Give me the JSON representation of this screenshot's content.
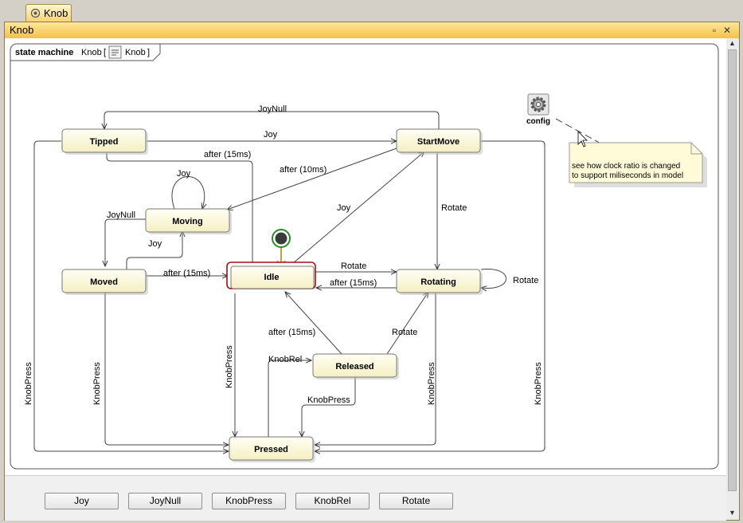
{
  "tab": {
    "label": "Knob"
  },
  "window": {
    "title": "Knob"
  },
  "frame": {
    "keyword": "state machine",
    "name": "Knob",
    "open_bracket": "[",
    "ref": "Knob",
    "close_bracket": "]"
  },
  "states": {
    "tipped": "Tipped",
    "startmove": "StartMove",
    "moving": "Moving",
    "moved": "Moved",
    "idle": "Idle",
    "rotating": "Rotating",
    "released": "Released",
    "pressed": "Pressed"
  },
  "transitions": {
    "joynull_top": "JoyNull",
    "joy_top": "Joy",
    "after15_tipped": "after (15ms)",
    "after10": "after (10ms)",
    "joy_selfloop": "Joy",
    "joynull_moving": "JoyNull",
    "joy_moved": "Joy",
    "joy_idle": "Joy",
    "rotate_startmove": "Rotate",
    "after15_moved": "after (15ms)",
    "rotate_idle": "Rotate",
    "after15_rotating": "after (15ms)",
    "rotate_self": "Rotate",
    "after15_released": "after (15ms)",
    "rotate_released": "Rotate",
    "knobrel": "KnobRel",
    "knobpress_released": "KnobPress",
    "knobpress_outer_left": "KnobPress",
    "knobpress_moved": "KnobPress",
    "knobpress_idle": "KnobPress",
    "knobpress_rotating": "KnobPress",
    "knobpress_outer_right": "KnobPress"
  },
  "config": {
    "label": "config"
  },
  "note": {
    "line1": "see how  clock ratio is changed",
    "line2": "to support miliseconds in model"
  },
  "buttons": [
    "Joy",
    "JoyNull",
    "KnobPress",
    "KnobRel",
    "Rotate"
  ],
  "colors": {
    "state_fill": "#fdfbe0",
    "selected_border": "#a01010",
    "note_fill": "#fffbd8",
    "title_bar": "#f7c850"
  }
}
